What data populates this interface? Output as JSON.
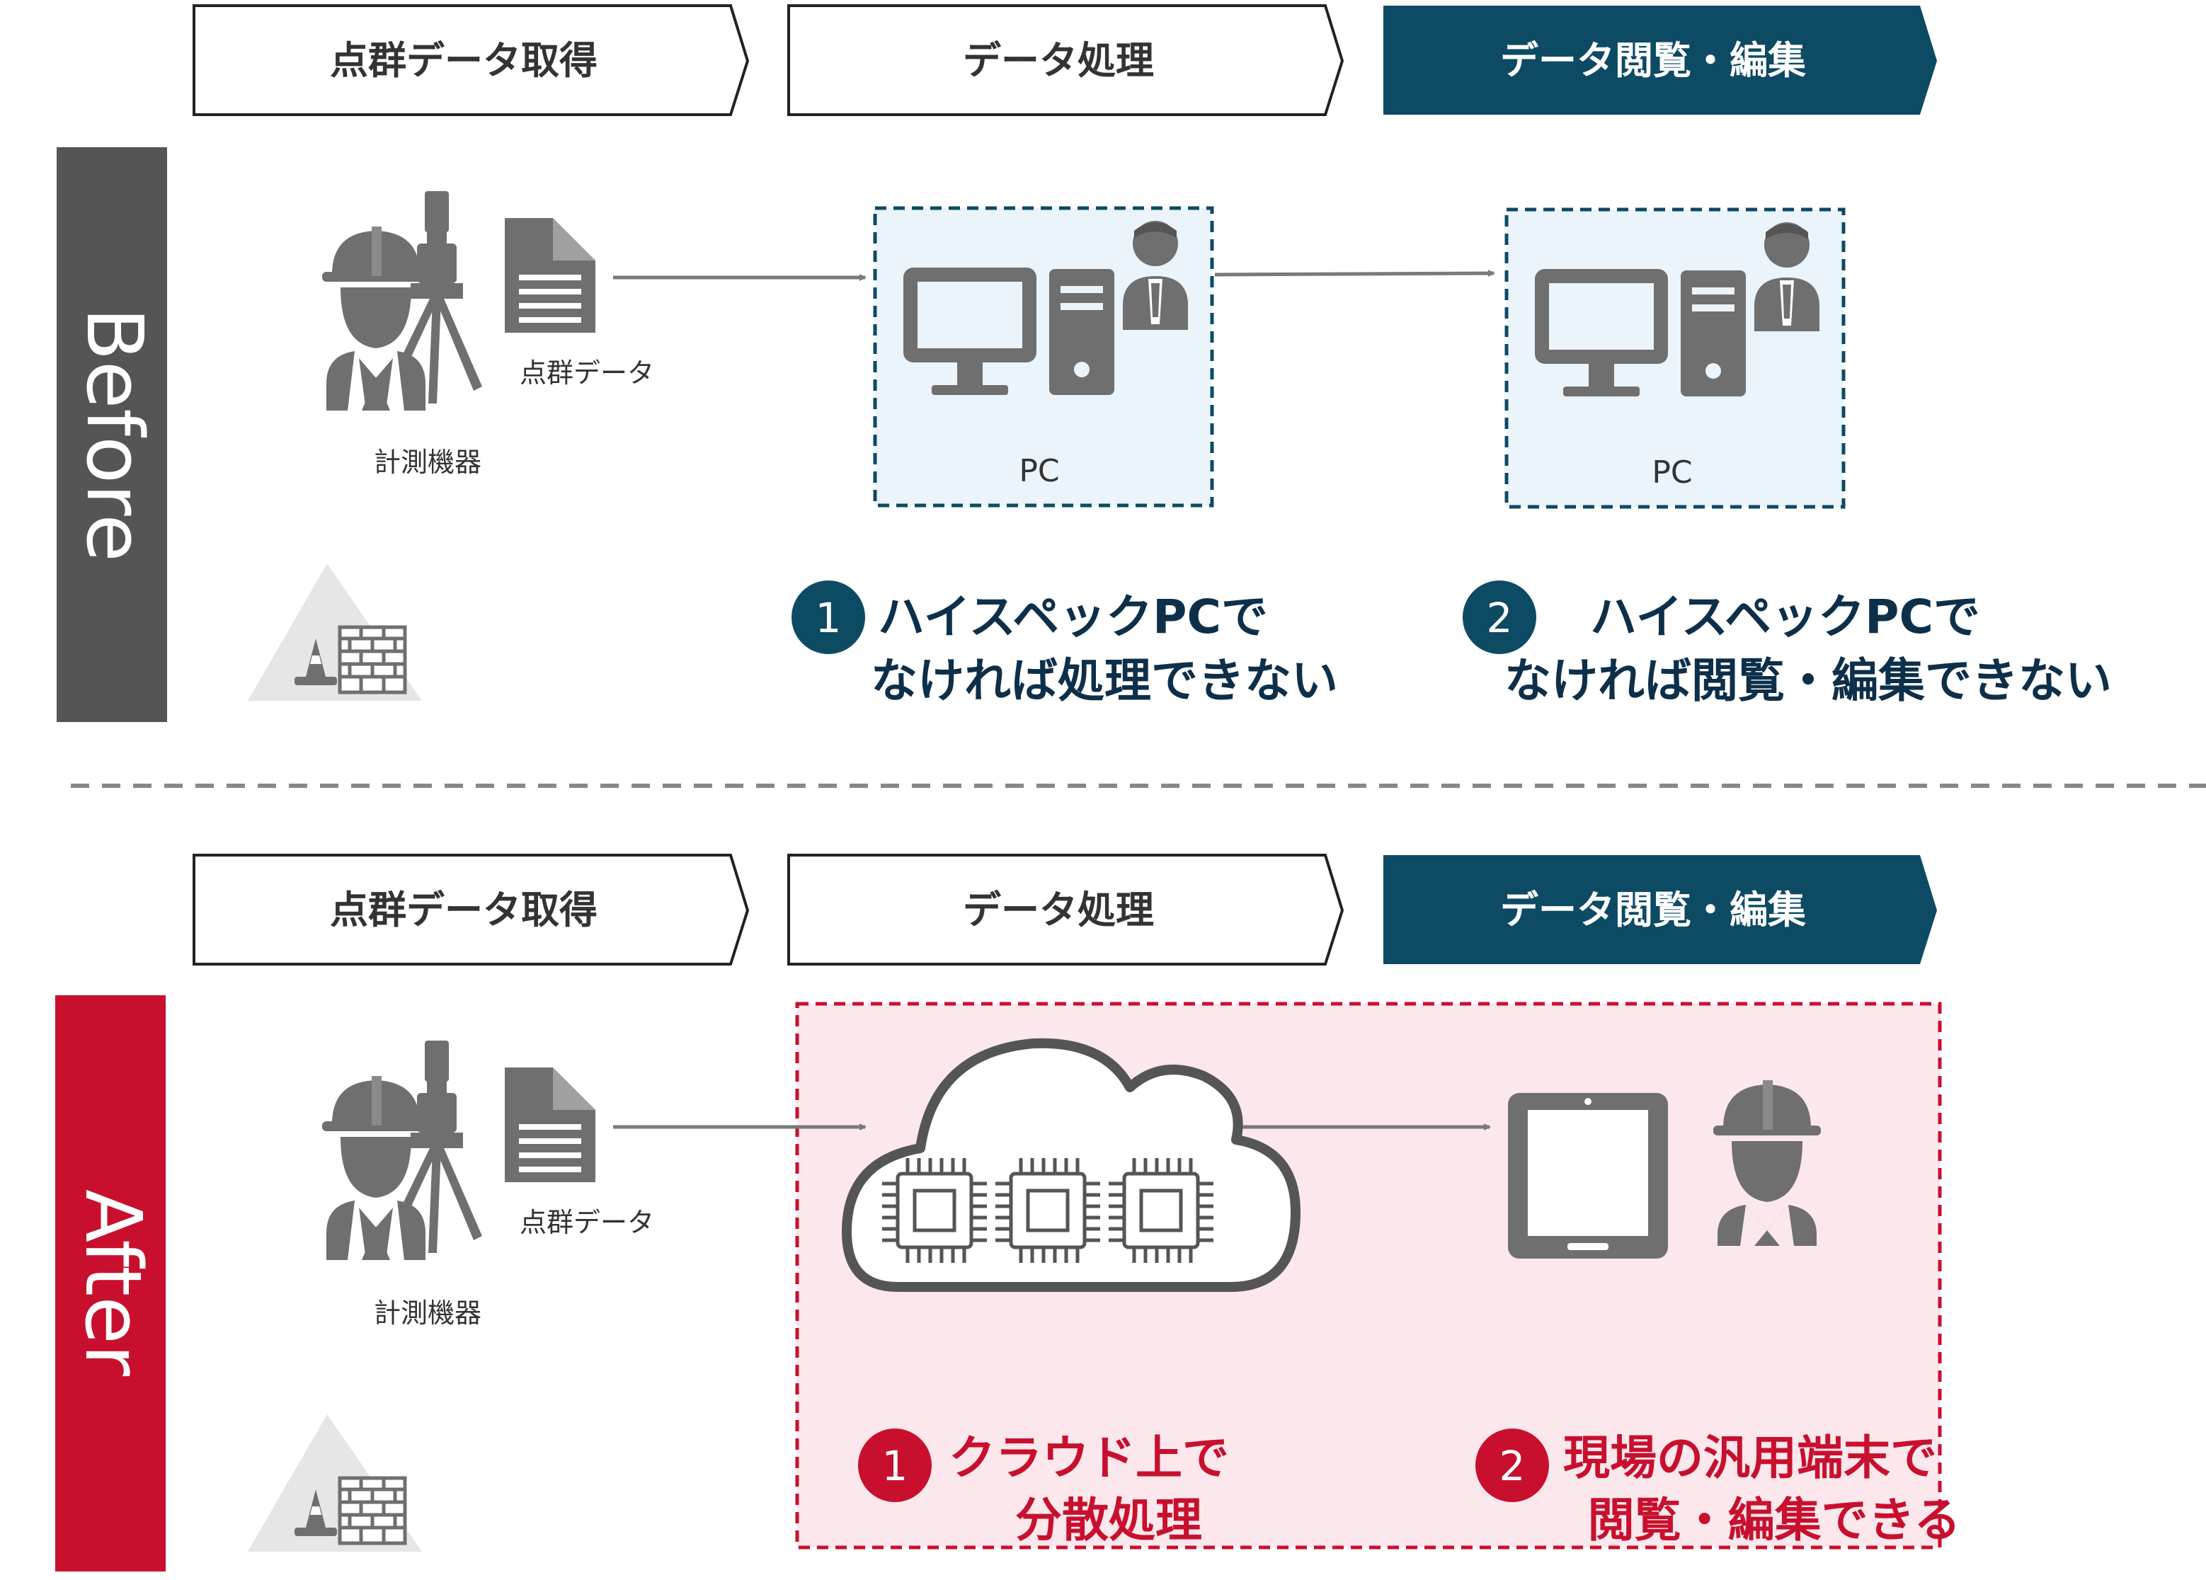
{
  "colors": {
    "navy": "#0d4a64",
    "red": "#c8102e",
    "dark_gray": "#555555",
    "icon_gray": "#6f6f6f",
    "pc_box_fill": "#ebf3fb",
    "cloud_box_fill": "#fce7ec",
    "cone_gray": "#e6e6e6"
  },
  "before": {
    "side_label": "Before",
    "steps": [
      "点群データ取得",
      "データ処理",
      "データ閲覧・編集"
    ],
    "instrument_label": "計測機器",
    "pointcloud_label": "点群データ",
    "pc_label_1": "PC",
    "pc_label_2": "PC",
    "issue1": {
      "number": "1",
      "line1": "ハイスペックPCで",
      "line2": "なければ処理できない"
    },
    "issue2": {
      "number": "2",
      "line1": "ハイスペックPCで",
      "line2": "なければ閲覧・編集できない"
    }
  },
  "after": {
    "side_label": "After",
    "steps": [
      "点群データ取得",
      "データ処理",
      "データ閲覧・編集"
    ],
    "instrument_label": "計測機器",
    "pointcloud_label": "点群データ",
    "issue1": {
      "number": "1",
      "line1": "クラウド上で",
      "line2": "分散処理"
    },
    "issue2": {
      "number": "2",
      "line1": "現場の汎用端末で",
      "line2": "閲覧・編集できる"
    }
  },
  "icons": [
    "worker-helmet-icon",
    "survey-tripod-icon",
    "document-icon",
    "traffic-cone-icon",
    "brick-wall-icon",
    "monitor-icon",
    "pc-tower-icon",
    "businessman-icon",
    "cloud-icon",
    "cpu-chip-icon",
    "tablet-icon"
  ]
}
